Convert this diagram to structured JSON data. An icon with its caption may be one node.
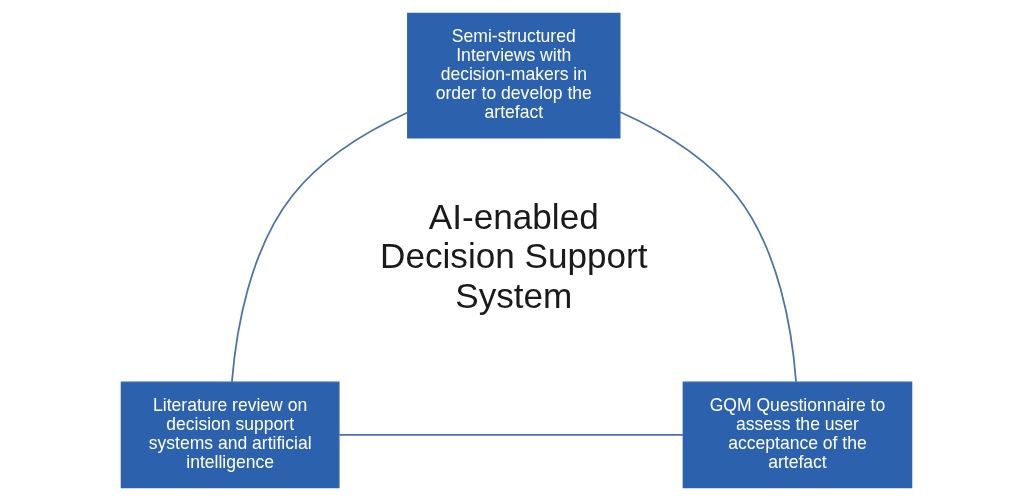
{
  "diagram": {
    "nodes": [
      {
        "text": [
          "Semi-structured Interviews with decision-makers in order to develop the artefact"
        ]
      },
      {
        "text": [
          "Literature review on decision support systems and artificial intelligence"
        ]
      },
      {
        "text": [
          "GQM Questionnaire to assess the user acceptance of the artefact"
        ]
      }
    ],
    "edges": [
      {
        "from": 0,
        "to": 1,
        "arrow": "none"
      },
      {
        "from": 0,
        "to": 2,
        "arrow": "none"
      },
      {
        "from": 1,
        "to": 2,
        "arrow": "none"
      }
    ],
    "labels": [
      "AI-enabled Decision Support System"
    ]
  }
}
